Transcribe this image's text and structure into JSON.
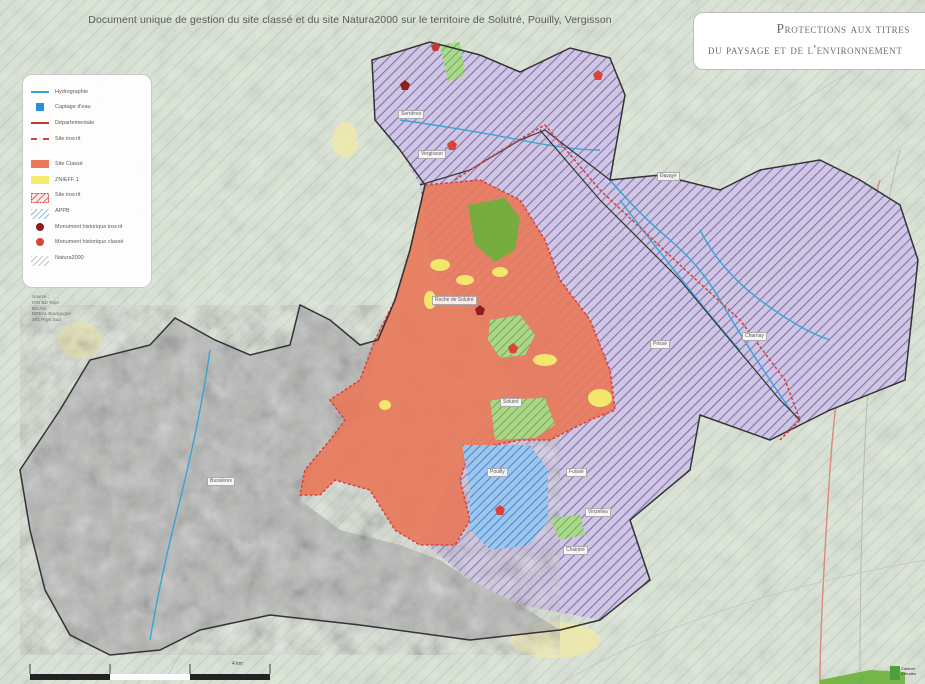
{
  "document_title": "Document unique de gestion du site classé et du site Natura2000 sur le territoire de Solutré, Pouilly, Vergisson",
  "title_box": {
    "line1": "Protections aux titres",
    "line2": "du paysage et de l'environnement"
  },
  "legend": {
    "items": [
      {
        "id": "hydro",
        "label": "Hydrographie",
        "symbol": "line-blue"
      },
      {
        "id": "source",
        "label": "Captage d'eau",
        "symbol": "square-blue"
      },
      {
        "id": "dep",
        "label": "Départementale",
        "symbol": "line-red"
      },
      {
        "id": "perim",
        "label": "Site inscrit",
        "symbol": "line-red-dashed"
      },
      {
        "id": "gap1",
        "label": "",
        "symbol": "gap"
      },
      {
        "id": "classe",
        "label": "Site Classé",
        "symbol": "fill-orange"
      },
      {
        "id": "znieff",
        "label": "ZNIEFF 1",
        "symbol": "fill-yellow"
      },
      {
        "id": "inscrit",
        "label": "Site inscrit",
        "symbol": "hatch-red"
      },
      {
        "id": "appb",
        "label": "APPB",
        "symbol": "hatch-blue"
      },
      {
        "id": "mh1",
        "label": "Monument historique inscrit",
        "symbol": "dot-darkred"
      },
      {
        "id": "mh2",
        "label": "Monument historique classé",
        "symbol": "dot-red"
      },
      {
        "id": "natura",
        "label": "Natura2000",
        "symbol": "hatch-grey"
      }
    ],
    "note": [
      "Source :",
      "IGN BD Topo",
      "BD Alti",
      "DREAL Bourgogne",
      "SIG Pays Sud"
    ]
  },
  "places": [
    {
      "id": "p1",
      "label": "Vergisson"
    },
    {
      "id": "p2",
      "label": "Roche de Solutré"
    },
    {
      "id": "p3",
      "label": "Solutré"
    },
    {
      "id": "p4",
      "label": "Pouilly"
    },
    {
      "id": "p5",
      "label": "Fuissé"
    },
    {
      "id": "p6",
      "label": "Chaintré"
    },
    {
      "id": "p7",
      "label": "Davayé"
    },
    {
      "id": "p8",
      "label": "Prissé"
    },
    {
      "id": "p9",
      "label": "Charnay"
    },
    {
      "id": "p10",
      "label": "Vinzelles"
    },
    {
      "id": "p11",
      "label": "Bussières"
    },
    {
      "id": "p12",
      "label": "Serrières"
    }
  ],
  "scale_label": "4 km",
  "logo_text": [
    "Cabinet",
    "d'études"
  ],
  "colors": {
    "site_classe": "#e8795b",
    "znieff": "#f3ec6e",
    "natura_hatch": "#8a6fbf",
    "site_inscrit": "#d64545",
    "appb": "#4a90d9",
    "forest": "#6ab03b",
    "river": "#3aa3d6",
    "boundary": "#333333",
    "road": "#d98a7a"
  }
}
